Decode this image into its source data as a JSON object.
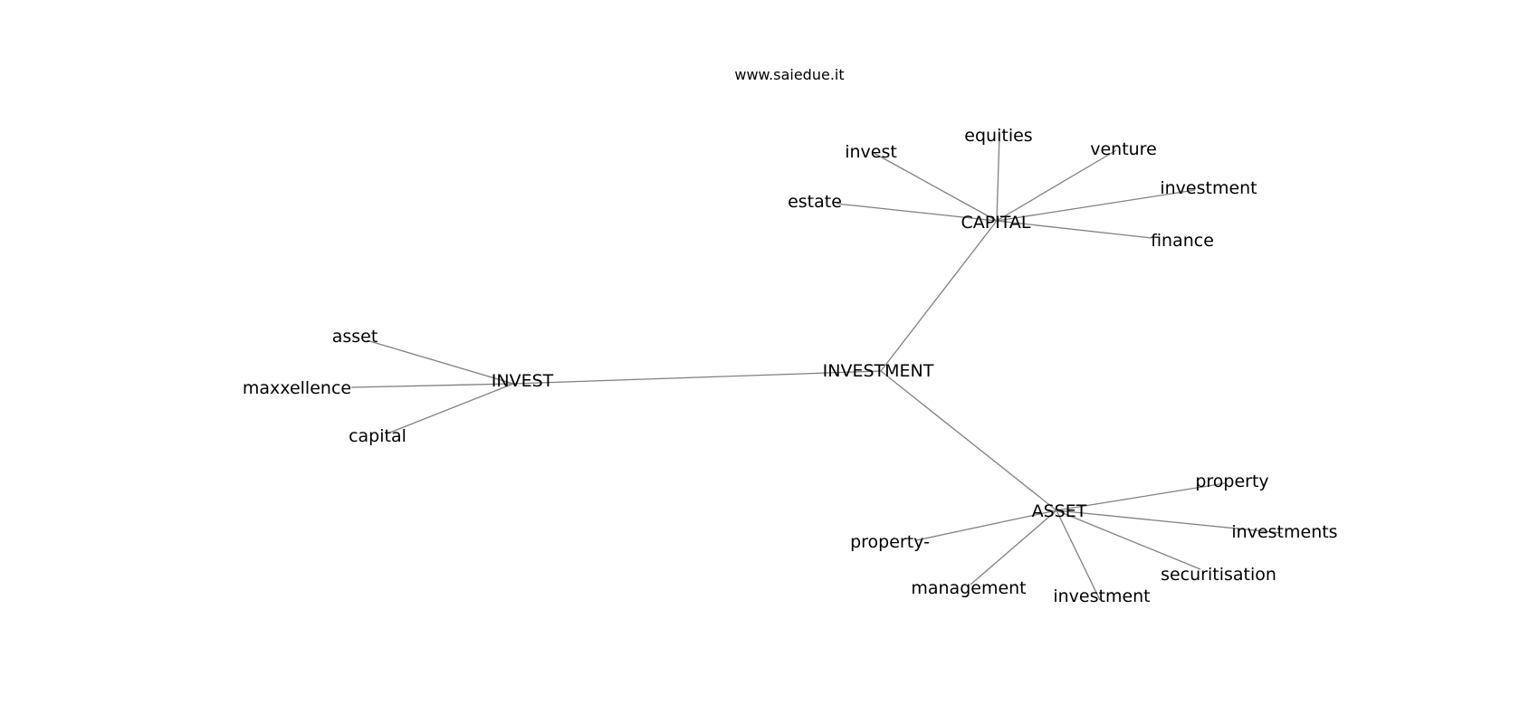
{
  "header": {
    "source": "www.saiedue.it"
  },
  "style": {
    "edge_color": "#808080",
    "label_color": "#000000",
    "background": "#ffffff"
  },
  "graph": {
    "nodes": [
      {
        "id": "INVESTMENT",
        "label": "INVESTMENT"
      },
      {
        "id": "CAPITAL",
        "label": "CAPITAL"
      },
      {
        "id": "INVEST",
        "label": "INVEST"
      },
      {
        "id": "ASSET",
        "label": "ASSET"
      },
      {
        "id": "c-invest",
        "label": "invest"
      },
      {
        "id": "c-equities",
        "label": "equities"
      },
      {
        "id": "c-venture",
        "label": "venture"
      },
      {
        "id": "c-investment",
        "label": "investment"
      },
      {
        "id": "c-estate",
        "label": "estate"
      },
      {
        "id": "c-finance",
        "label": "finance"
      },
      {
        "id": "i-asset",
        "label": "asset"
      },
      {
        "id": "i-maxxellence",
        "label": "maxxellence"
      },
      {
        "id": "i-capital",
        "label": "capital"
      },
      {
        "id": "a-property",
        "label": "property"
      },
      {
        "id": "a-investments",
        "label": "investments"
      },
      {
        "id": "a-securitisation",
        "label": "securitisation"
      },
      {
        "id": "a-investment",
        "label": "investment"
      },
      {
        "id": "a-management",
        "label": "management"
      },
      {
        "id": "a-property-dash",
        "label": "property-"
      }
    ],
    "edges": [
      {
        "source": "INVESTMENT",
        "target": "CAPITAL"
      },
      {
        "source": "INVESTMENT",
        "target": "INVEST"
      },
      {
        "source": "INVESTMENT",
        "target": "ASSET"
      },
      {
        "source": "CAPITAL",
        "target": "c-invest"
      },
      {
        "source": "CAPITAL",
        "target": "c-equities"
      },
      {
        "source": "CAPITAL",
        "target": "c-venture"
      },
      {
        "source": "CAPITAL",
        "target": "c-investment"
      },
      {
        "source": "CAPITAL",
        "target": "c-estate"
      },
      {
        "source": "CAPITAL",
        "target": "c-finance"
      },
      {
        "source": "INVEST",
        "target": "i-asset"
      },
      {
        "source": "INVEST",
        "target": "i-maxxellence"
      },
      {
        "source": "INVEST",
        "target": "i-capital"
      },
      {
        "source": "ASSET",
        "target": "a-property"
      },
      {
        "source": "ASSET",
        "target": "a-investments"
      },
      {
        "source": "ASSET",
        "target": "a-securitisation"
      },
      {
        "source": "ASSET",
        "target": "a-investment"
      },
      {
        "source": "ASSET",
        "target": "a-management"
      },
      {
        "source": "ASSET",
        "target": "a-property-dash"
      }
    ]
  }
}
